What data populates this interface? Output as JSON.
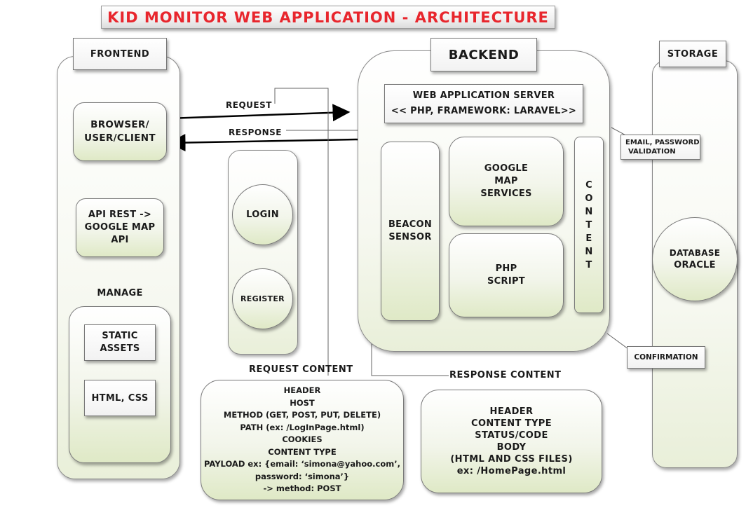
{
  "title": "KID MONITOR WEB APPLICATION - ARCHITECTURE",
  "frontend": {
    "label": "FRONTEND",
    "browser": [
      "BROWSER/",
      "USER/CLIENT"
    ],
    "api": [
      "API REST ->",
      "GOOGLE MAP",
      "API"
    ],
    "manage_label": "MANAGE",
    "static_assets": [
      "STATIC",
      "ASSETS"
    ],
    "html_css": "HTML, CSS"
  },
  "flows": {
    "request": "REQUEST",
    "response": "RESPONSE",
    "request_content": "REQUEST CONTENT",
    "response_content": "RESPONSE CONTENT"
  },
  "auth": {
    "login": "LOGIN",
    "register": "REGISTER"
  },
  "backend": {
    "label": "BACKEND",
    "server": [
      "WEB APPLICATION SERVER",
      "<< PHP, FRAMEWORK: LARAVEL>>"
    ],
    "beacon": [
      "BEACON",
      "SENSOR"
    ],
    "google": [
      "GOOGLE",
      "MAP",
      "SERVICES"
    ],
    "php": [
      "PHP",
      "SCRIPT"
    ],
    "content": [
      "C",
      "O",
      "N",
      "T",
      "E",
      "N",
      "T"
    ]
  },
  "storage": {
    "label": "STORAGE",
    "email_validation": [
      "EMAIL, PASSWORD",
      "VALIDATION"
    ],
    "confirmation": "CONFIRMATION",
    "database": [
      "DATABASE",
      "ORACLE"
    ]
  },
  "request_details": [
    "HEADER",
    "HOST",
    "METHOD (GET, POST, PUT, DELETE)",
    "PATH (ex: /LogInPage.html)",
    "COOKIES",
    "CONTENT TYPE",
    "PAYLOAD ex: {email: ‘simona@yahoo.com’,",
    "password: ‘simona’}",
    "-> method: POST"
  ],
  "response_details": [
    "HEADER",
    "CONTENT TYPE",
    "STATUS/CODE",
    "BODY",
    "(HTML AND CSS FILES)",
    "ex: /HomePage.html"
  ]
}
